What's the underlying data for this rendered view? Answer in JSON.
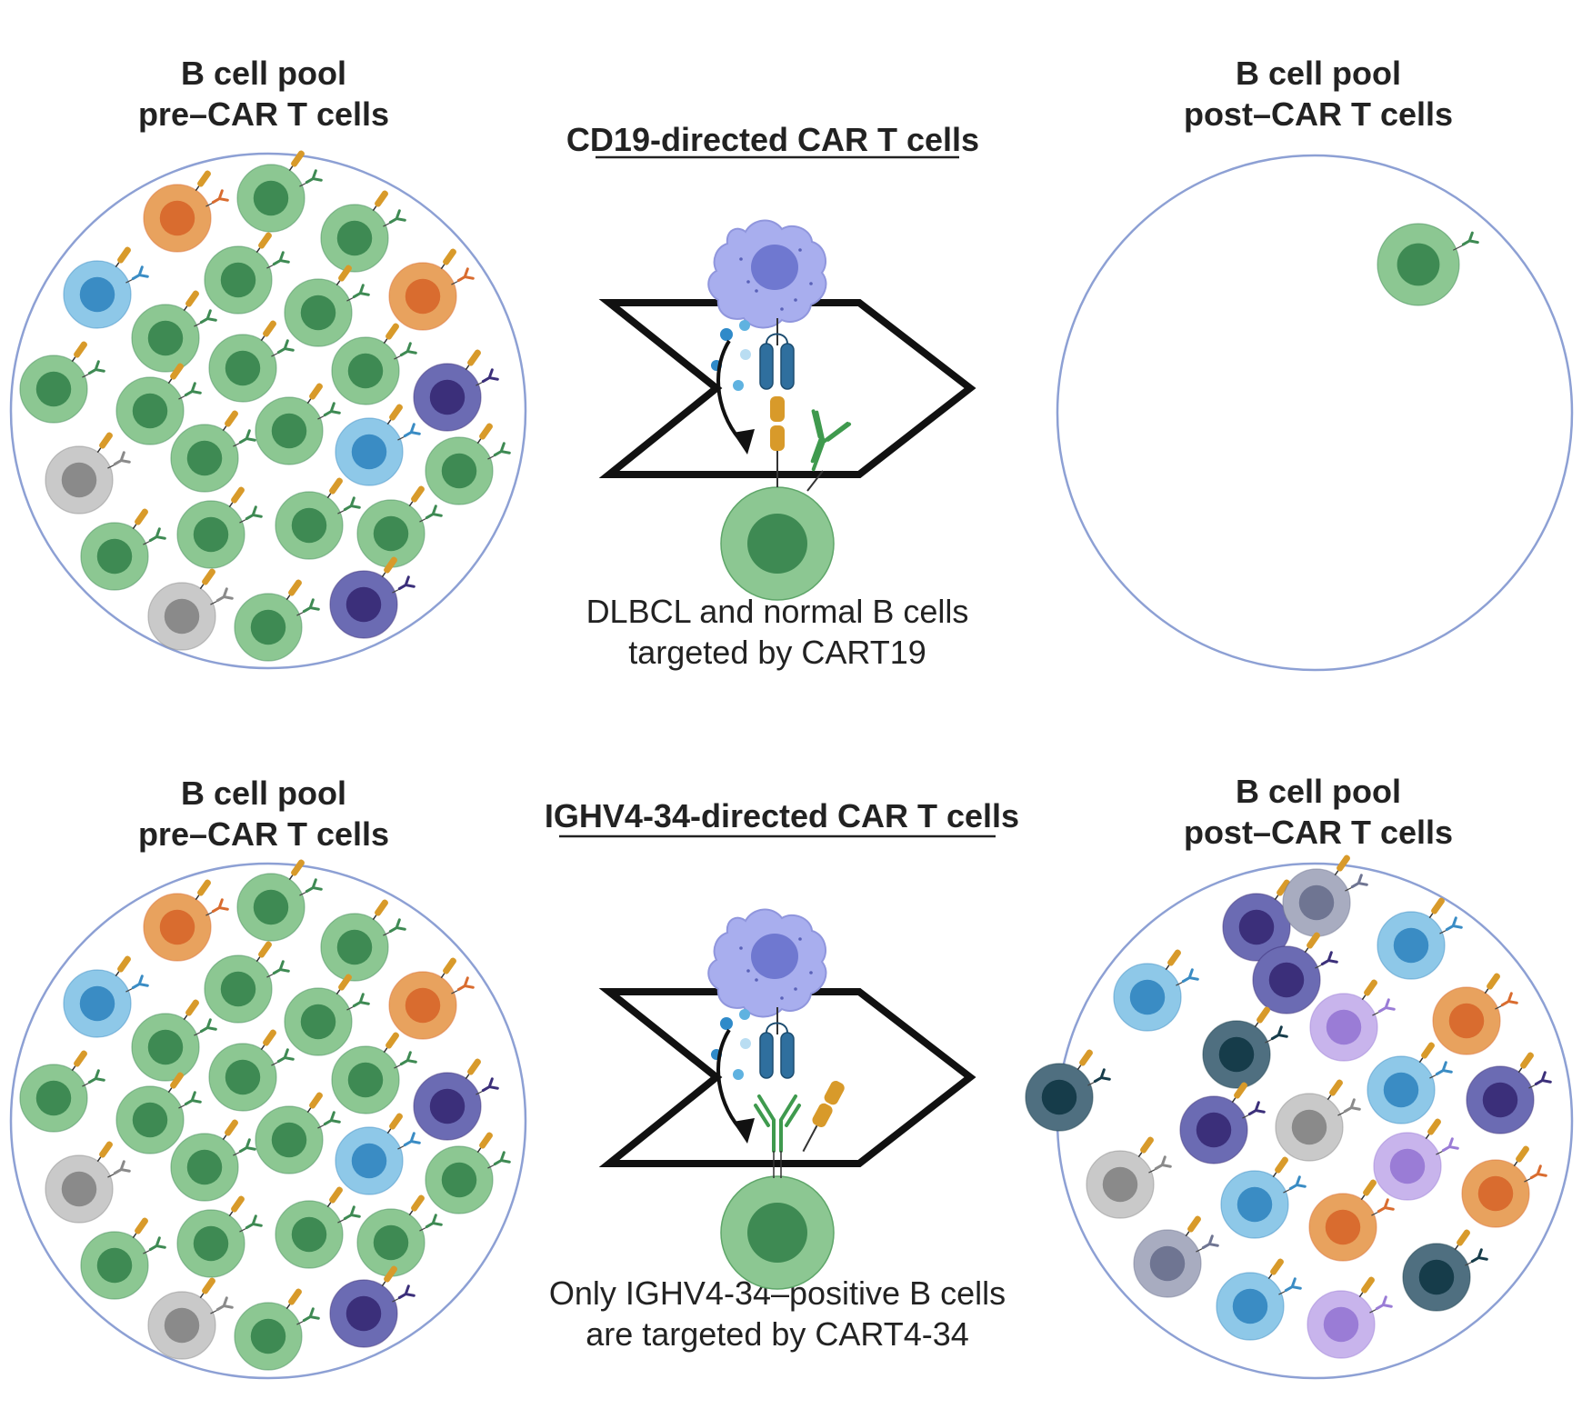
{
  "rows": [
    {
      "pre_label": [
        "B  cell pool",
        "pre–CAR T cells"
      ],
      "title": "CD19-directed CAR T cells",
      "caption": [
        "DLBCL and normal B cells",
        "targeted by CART19"
      ],
      "post_label": [
        "B  cell pool",
        "post–CAR T cells"
      ]
    },
    {
      "pre_label": [
        "B  cell pool",
        "pre–CAR T cells"
      ],
      "title": "IGHV4-34-directed CAR T cells",
      "caption": [
        "Only IGHV4-34–positive B cells",
        "are targeted by CART4-34"
      ],
      "post_label": [
        "B cell pool",
        "post–CAR T cells"
      ]
    }
  ],
  "colors": {
    "circle_outline": "#8da0d4",
    "green_cell": "#8cc792",
    "green_nucleus": "#3e8a53",
    "orange_cell": "#e8a25e",
    "orange_nucleus": "#d96c2f",
    "blue_cell": "#8ec8e8",
    "blue_nucleus": "#3a8cc4",
    "purple_cell": "#6b6bb3",
    "purple_nucleus": "#3b2f7a",
    "grey_cell": "#c9c9c9",
    "grey_nucleus": "#8a8a8a",
    "lavender_cell": "#c8b4ec",
    "lavender_nucleus": "#9a7cd6",
    "teal_cell": "#4f6f80",
    "teal_nucleus": "#163c4a",
    "slate_cell": "#a8acc0",
    "slate_nucleus": "#6f7592",
    "antigen": "#d89a2a",
    "car_t_cell": "#a8aeee",
    "car_t_nucleus": "#6f78d0",
    "car_receptor": "#2f6f9e"
  }
}
